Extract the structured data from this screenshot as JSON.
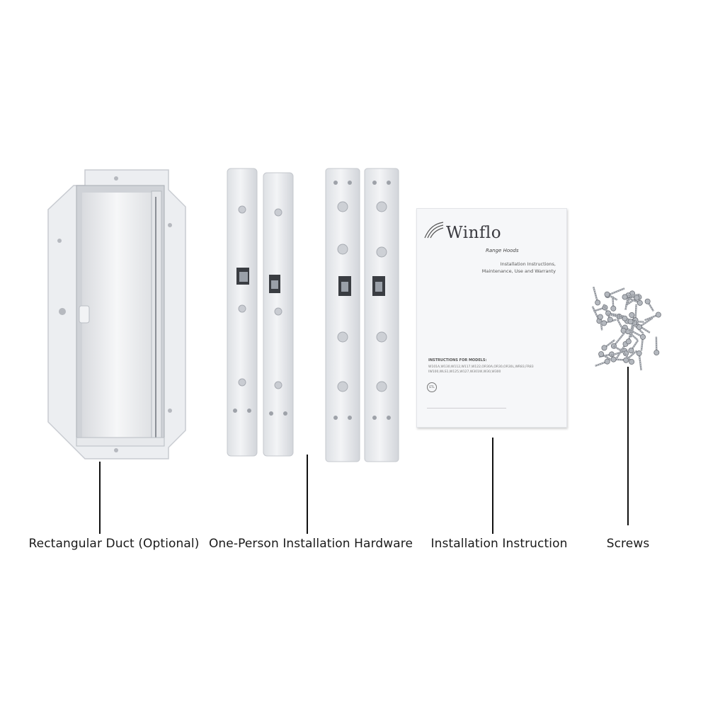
{
  "labels": {
    "duct": "Rectangular Duct (Optional)",
    "hardware": "One-Person Installation Hardware",
    "instruction": "Installation Instruction",
    "screws": "Screws"
  },
  "booklet": {
    "brand": "Winflo",
    "subtitle": "Range Hoods",
    "description": "Installation Instructions, Maintenance, Use and Warranty",
    "models_heading": "INSTRUCTIONS FOR MODELS:",
    "models_text": "W101A,W130,W112,W117,W122,OR30A,OR30,OR30L,WR83,FR83 IW100,WLS1,W125,W127,W301W,W30,W300",
    "cert_mark": "ETL"
  },
  "colors": {
    "background": "#ffffff",
    "part_white": "#eceef1",
    "part_shadow": "#c9ccd2",
    "metal": "#8b8f96",
    "leader_line": "#111111"
  }
}
